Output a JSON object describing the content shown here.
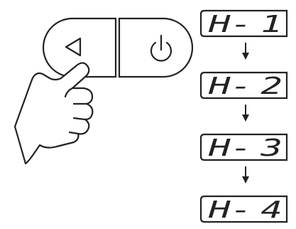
{
  "controls": {
    "left_button_icon": "left-triangle-icon",
    "power_button_icon": "power-icon",
    "hand_icon": "pointing-hand-icon"
  },
  "display_sequence": [
    {
      "char": "H",
      "dash": "-",
      "digit": "1"
    },
    {
      "char": "H",
      "dash": "-",
      "digit": "2"
    },
    {
      "char": "H",
      "dash": "-",
      "digit": "3"
    },
    {
      "char": "H",
      "dash": "-",
      "digit": "4"
    }
  ],
  "arrow_icon": "arrow-down-icon",
  "colors": {
    "stroke": "#222222",
    "background": "#ffffff"
  }
}
